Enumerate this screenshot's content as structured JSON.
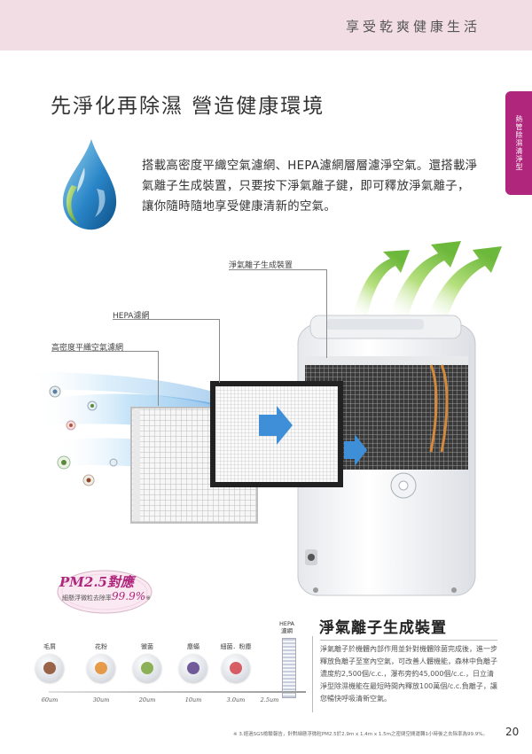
{
  "header": {
    "title": "享受乾爽健康生活"
  },
  "side_tab": {
    "label": "熱管除濕清淨型"
  },
  "heading": "先淨化再除濕 營造健康環境",
  "intro": "搭載高密度平織空氣濾網、HEPA濾網層層濾淨空氣。還搭載淨氣離子生成裝置，只要按下淨氣離子鍵，即可釋放淨氣離子，讓你隨時隨地享受健康清新的空氣。",
  "callouts": {
    "ion_device": "淨氣離子生成裝置",
    "hepa_filter": "HEPA濾網",
    "mesh_filter": "高密度平織空氣濾網"
  },
  "pm_badge": {
    "title": "PM2.5對應",
    "subtitle": "細懸浮微粒去除率",
    "percent": "99.9%",
    "marker": "※"
  },
  "hepa_tag": {
    "line1": "HEPA",
    "line2": "濾網"
  },
  "particles": [
    {
      "label": "毛屑",
      "size": "60um",
      "color": "#8a4a2a"
    },
    {
      "label": "花粉",
      "size": "30um",
      "color": "#e48b2a"
    },
    {
      "label": "黴菌",
      "size": "20um",
      "color": "#7aa53a"
    },
    {
      "label": "塵蟎",
      "size": "10um",
      "color": "#5b3f8a"
    },
    {
      "label": "細菌．粉塵",
      "size": "3.0um",
      "color": "#d2424b"
    },
    {
      "label": "",
      "size": "2.5um",
      "color": "#4a78c0"
    }
  ],
  "ion_section": {
    "title": "淨氣離子生成裝置",
    "text": "淨氣離子於機體內部作用並針對機體除菌完成後，進一步釋放負離子至室內空氣，可改善人體機能，森林中負離子濃度約2,500個/c.c.，瀑布旁約45,000個/c.c.，日立清淨型除濕機能在最短時間內釋放100萬個/c.c.負離子，讓您暢快呼吸清新空氣。"
  },
  "footnote": "※ 3.經過SGS檢驗報告，針對細懸浮微粒PM2.5於2.9m x 1.4m x 1.5m之密閉空間運轉1小時後之去除率為99.9%。",
  "page_number": "20",
  "colors": {
    "accent": "#b0267d",
    "band": "#f3dde4",
    "arrow_green": "#7cc243",
    "air_blue": "#3f8fd8"
  }
}
